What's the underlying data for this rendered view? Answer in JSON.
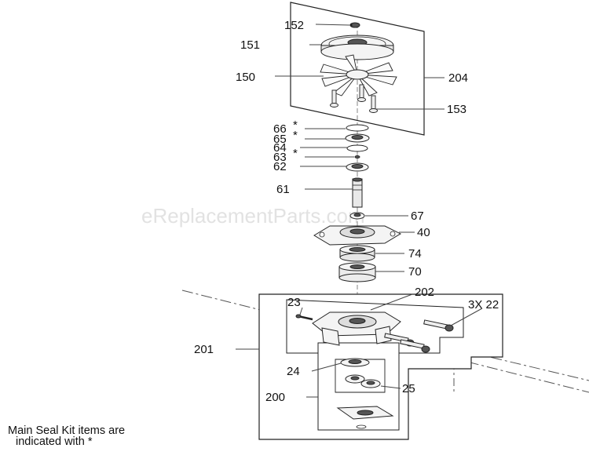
{
  "watermark": "eReplacementParts.com",
  "labels": {
    "p152": "152",
    "p151": "151",
    "p150": "150",
    "p204": "204",
    "p153": "153",
    "p66": "66",
    "p65": "65",
    "p64": "64",
    "p63": "63",
    "p62": "62",
    "p61": "61",
    "p67": "67",
    "p40": "40",
    "p74": "74",
    "p70": "70",
    "p202": "202",
    "p23": "23",
    "p3x22": "3X 22",
    "p201": "201",
    "p24": "24",
    "p25": "25",
    "p200": "200"
  },
  "asterisk": "*",
  "note": {
    "line1": "Main Seal Kit items are",
    "line2": "indicated with *"
  }
}
